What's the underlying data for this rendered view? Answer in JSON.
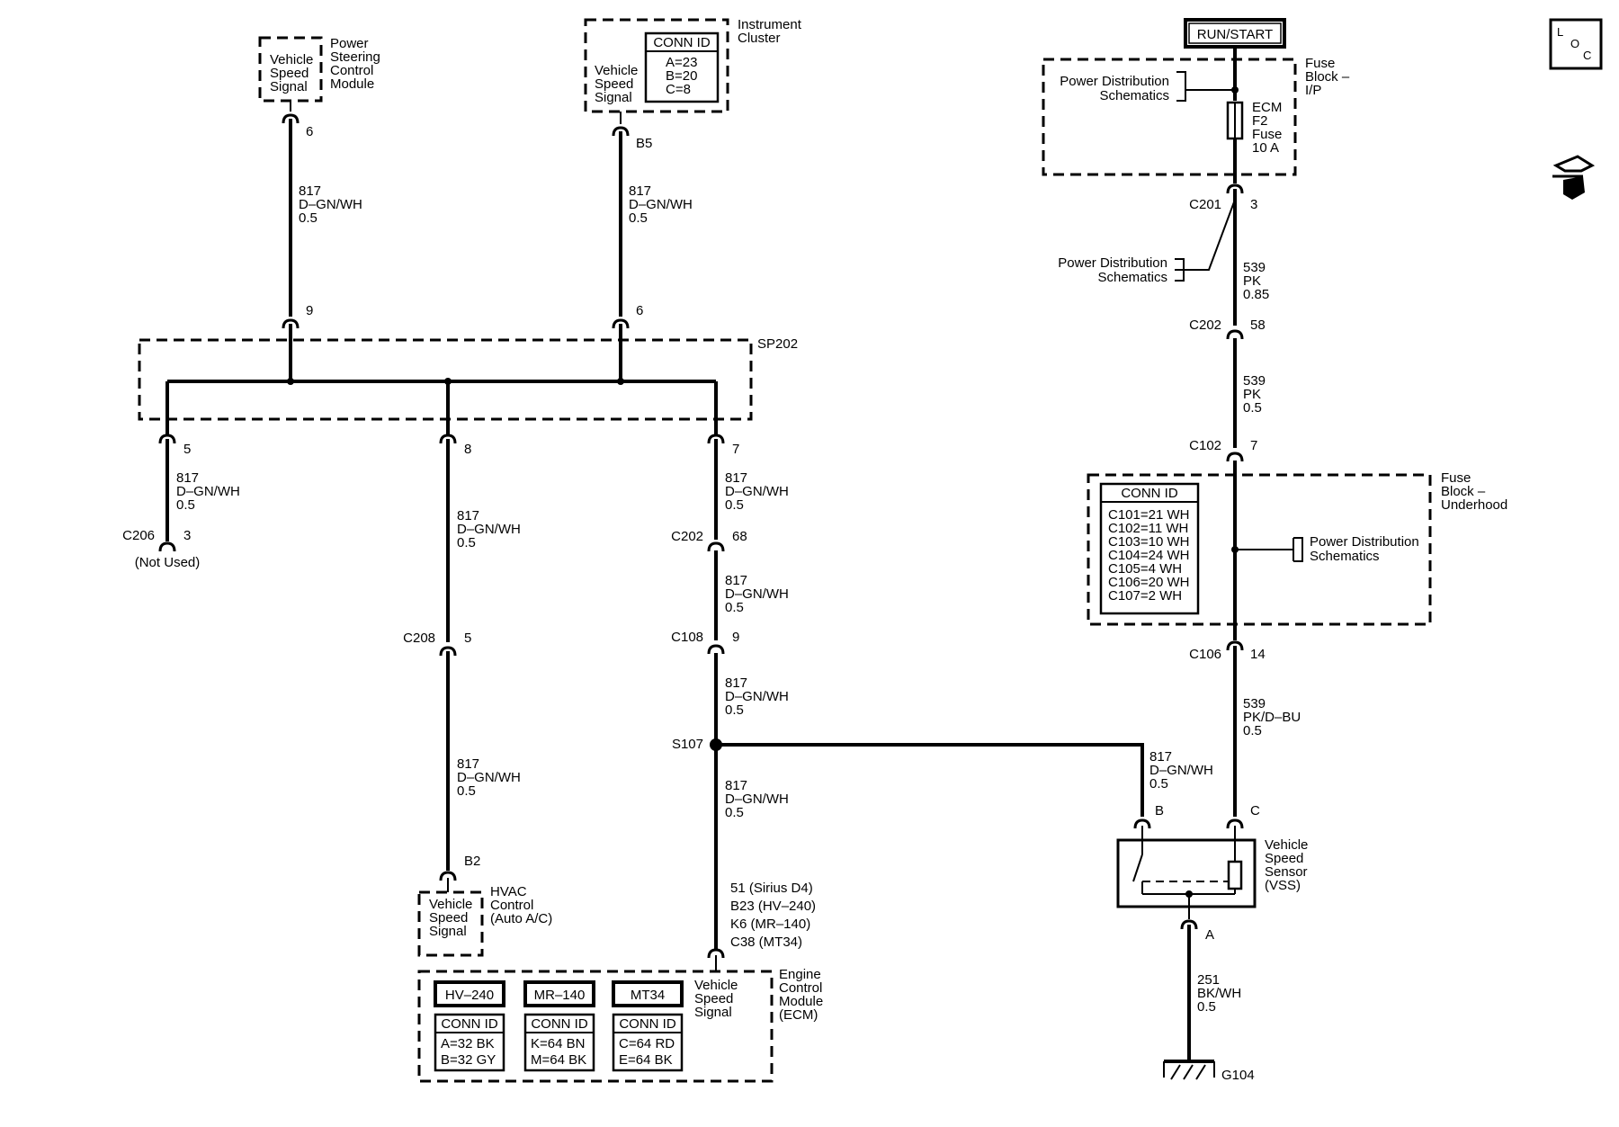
{
  "run_start": "RUN/START",
  "loc_icon": "LOC",
  "nav_icon": "component-locator-icon",
  "ps_module": {
    "label": [
      "Power",
      "Steering",
      "Control",
      "Module"
    ],
    "signal": [
      "Vehicle",
      "Speed",
      "Signal"
    ],
    "pin": "6",
    "wire": [
      "817",
      "D–GN/WH",
      "0.5"
    ]
  },
  "instrument_cluster": {
    "label": [
      "Instrument",
      "Cluster"
    ],
    "signal": [
      "Vehicle",
      "Speed",
      "Signal"
    ],
    "conn_title": "CONN ID",
    "conn": [
      "A=23",
      "B=20",
      "C=8"
    ],
    "pin": "B5",
    "wire": [
      "817",
      "D–GN/WH",
      "0.5"
    ]
  },
  "sp202": {
    "name": "SP202",
    "in_pin_left": "9",
    "in_pin_right": "6",
    "out_pin_1": "5",
    "out_pin_2": "8",
    "out_pin_3": "7"
  },
  "branch1": {
    "wire": [
      "817",
      "D–GN/WH",
      "0.5"
    ],
    "conn": "C206",
    "pin": "3",
    "note": "(Not Used)"
  },
  "branch2": {
    "wire_upper": [
      "817",
      "D–GN/WH",
      "0.5"
    ],
    "conn": "C208",
    "pin": "5",
    "wire_lower": [
      "817",
      "D–GN/WH",
      "0.5"
    ],
    "hvac_pin": "B2",
    "hvac_signal": [
      "Vehicle",
      "Speed",
      "Signal"
    ],
    "hvac_label": [
      "HVAC",
      "Control",
      "(Auto A/C)"
    ]
  },
  "branch3": {
    "wire1": [
      "817",
      "D–GN/WH",
      "0.5"
    ],
    "c202": "C202",
    "c202_pin": "68",
    "wire2": [
      "817",
      "D–GN/WH",
      "0.5"
    ],
    "c108": "C108",
    "c108_pin": "9",
    "wire3": [
      "817",
      "D–GN/WH",
      "0.5"
    ],
    "splice": "S107",
    "wire4": [
      "817",
      "D–GN/WH",
      "0.5"
    ],
    "ecm_pins": [
      "51 (Sirius D4)",
      "B23 (HV–240)",
      "K6 (MR–140)",
      "C38 (MT34)"
    ]
  },
  "ecm": {
    "label": [
      "Engine",
      "Control",
      "Module",
      "(ECM)"
    ],
    "signal": [
      "Vehicle",
      "Speed",
      "Signal"
    ],
    "variants": [
      {
        "name": "HV–240",
        "conn_title": "CONN ID",
        "conn": [
          "A=32 BK",
          "B=32 GY"
        ]
      },
      {
        "name": "MR–140",
        "conn_title": "CONN ID",
        "conn": [
          "K=64 BN",
          "M=64 BK"
        ]
      },
      {
        "name": "MT34",
        "conn_title": "CONN ID",
        "conn": [
          "C=64 RD",
          "E=64 BK"
        ]
      }
    ]
  },
  "s107_wire": [
    "817",
    "D–GN/WH",
    "0.5"
  ],
  "fuse_block_ip": {
    "label": [
      "Fuse",
      "Block –",
      "I/P"
    ],
    "pds": [
      "Power Distribution",
      "Schematics"
    ],
    "fuse": [
      "ECM",
      "F2",
      "Fuse",
      "10 A"
    ]
  },
  "right_chain": {
    "c201": "C201",
    "c201_pin": "3",
    "pds2": [
      "Power Distribution",
      "Schematics"
    ],
    "wire1": [
      "539",
      "PK",
      "0.85"
    ],
    "c202": "C202",
    "c202_pin": "58",
    "wire2": [
      "539",
      "PK",
      "0.5"
    ],
    "c102": "C102",
    "c102_pin": "7",
    "c106": "C106",
    "c106_pin": "14",
    "wire3": [
      "539",
      "PK/D–BU",
      "0.5"
    ]
  },
  "fuse_block_uh": {
    "label": [
      "Fuse",
      "Block –",
      "Underhood"
    ],
    "conn_title": "CONN ID",
    "conn": [
      "C101=21 WH",
      "C102=11 WH",
      "C103=10 WH",
      "C104=24 WH",
      "C105=4 WH",
      "C106=20 WH",
      "C107=2 WH"
    ],
    "pds": [
      "Power Distribution",
      "Schematics"
    ]
  },
  "vss": {
    "label": [
      "Vehicle",
      "Speed",
      "Sensor",
      "(VSS)"
    ],
    "pin_b": "B",
    "pin_c": "C",
    "pin_a": "A",
    "ground_wire": [
      "251",
      "BK/WH",
      "0.5"
    ],
    "ground": "G104"
  }
}
